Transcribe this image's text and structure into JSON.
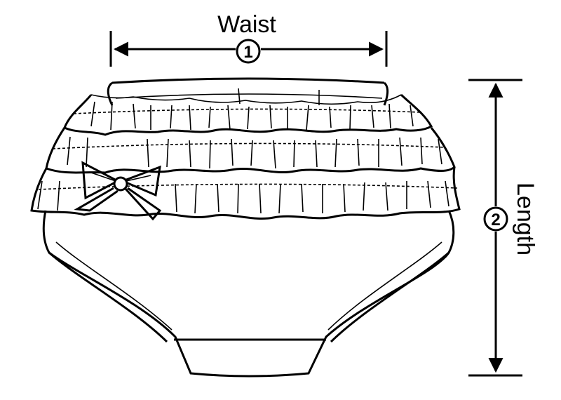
{
  "waist": {
    "label": "Waist",
    "number": "1"
  },
  "length": {
    "label": "Length",
    "number": "2"
  },
  "colors": {
    "ink": "#000000",
    "background": "#ffffff"
  },
  "icons": {
    "garment": "ruffle-bloomer-icon",
    "bow": "bow-icon"
  }
}
